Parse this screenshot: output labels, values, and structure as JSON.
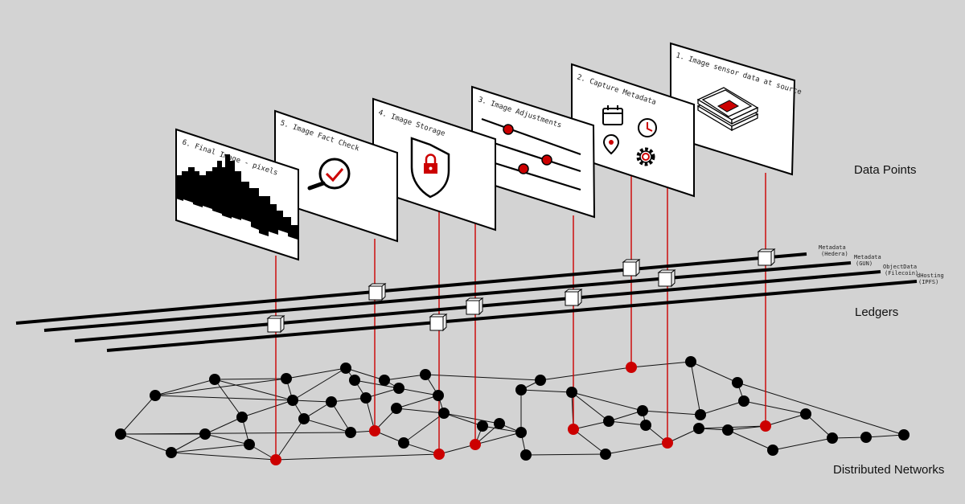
{
  "sections": {
    "data_points": "Data Points",
    "ledgers": "Ledgers",
    "distributed_networks": "Distributed Networks"
  },
  "panels": [
    {
      "title": "1. Image sensor data at source",
      "icon": "camera-sensor-icon"
    },
    {
      "title": "2. Capture Metadata",
      "icon": "metadata-icons"
    },
    {
      "title": "3. Image Adjustments",
      "icon": "slider-icons"
    },
    {
      "title": "4. Image Storage",
      "icon": "shield-lock-icon"
    },
    {
      "title": "5. Image Fact Check",
      "icon": "magnifier-check-icon"
    },
    {
      "title": "6. Final Image - pixels",
      "icon": "pixel-skyline-icon"
    }
  ],
  "ledgers": [
    {
      "line1": "Metadata",
      "line2": "(Hedera)"
    },
    {
      "line1": "Metadata",
      "line2": "(GUN)"
    },
    {
      "line1": "ObjectData",
      "line2": "(Filecoin)"
    },
    {
      "line1": "dHosting",
      "line2": "(IPFS)"
    }
  ],
  "colors": {
    "background": "#d3d3d3",
    "accent": "#cc0000",
    "ink": "#000000",
    "panel": "#ffffff"
  }
}
